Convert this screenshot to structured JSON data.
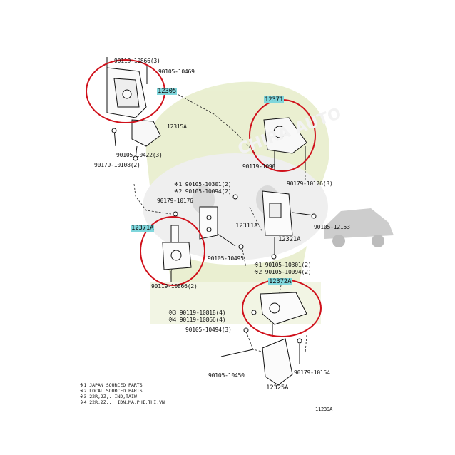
{
  "labels": {
    "l1": "90119-10866(3)",
    "l2": "90105-10469",
    "l3": "12305",
    "l4": "12315A",
    "l5": "90105-10422(3)",
    "l6": "90179-10108(2)",
    "l7": "12371",
    "l8": "90119-1090",
    "l9": "90179-10176(3)",
    "l10": "※1 90105-10301(2)",
    "l11": "※2 90105-10094(2)",
    "l12": "90179-10176",
    "l13": "12311A",
    "l14": "90105-12153",
    "l15": "12371A",
    "l16": "12321A",
    "l17": "90105-10495",
    "l18": "※1 90105-10301(2)",
    "l19": "※2 90105-10094(2)",
    "l20": "90119-10866(2)",
    "l21": "12372A",
    "l22": "※3 90119-10818(4)",
    "l23": "※4 90119-10866(4)",
    "l24": "90105-10494(3)",
    "l25": "90105-10450",
    "l26": "90179-10154",
    "l27": "12325A",
    "figno": "11239A"
  },
  "notes": [
    "※1 JAPAN SOURCED PARTS",
    "※2 LOCAL SOURCED PARTS",
    "※3 22R,2Z,..IND,TAIW",
    "※4 22R,2Z....IDN,MA,PHI,THI,VN"
  ],
  "watermark": "CHIRA AUTO",
  "colors": {
    "circle": "#d0111b",
    "highlight": "#7fd6dc",
    "watermark_mascot": "#e9efcf",
    "car": "#c8c8c8"
  }
}
